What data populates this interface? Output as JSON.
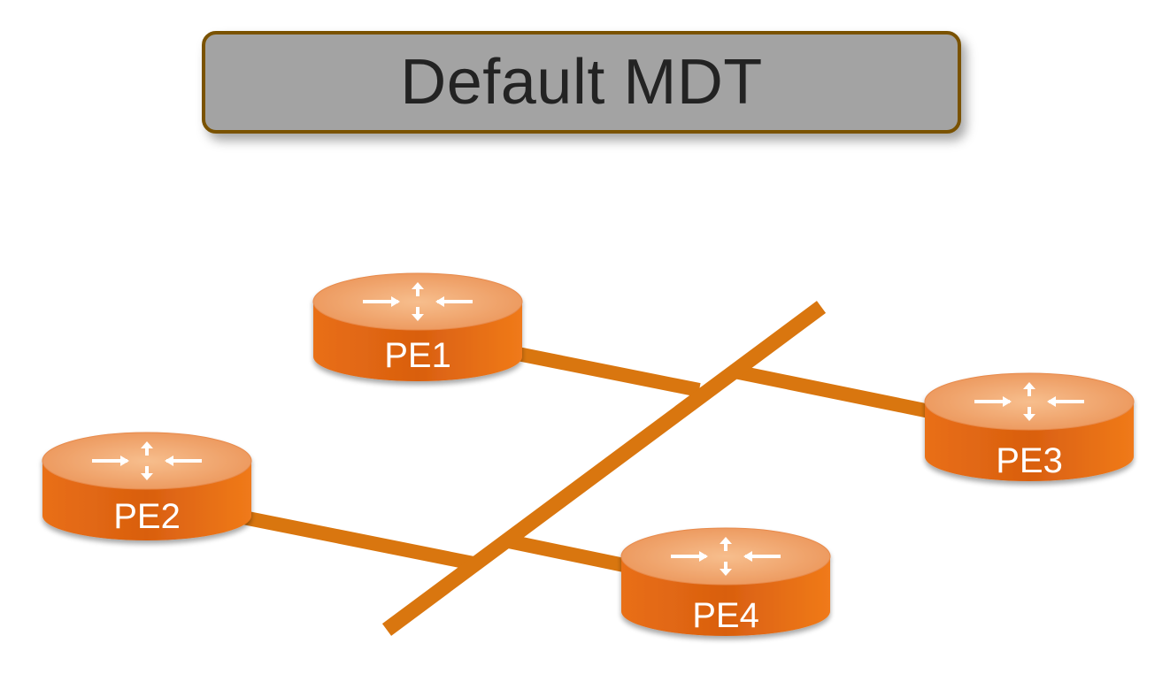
{
  "title": "Default MDT",
  "routers": [
    {
      "id": "pe1",
      "label": "PE1"
    },
    {
      "id": "pe2",
      "label": "PE2"
    },
    {
      "id": "pe3",
      "label": "PE3"
    },
    {
      "id": "pe4",
      "label": "PE4"
    }
  ],
  "links": [
    {
      "from": "PE1",
      "to": "MDT"
    },
    {
      "from": "PE3",
      "to": "MDT"
    },
    {
      "from": "PE2",
      "to": "MDT"
    },
    {
      "from": "PE4",
      "to": "MDT"
    }
  ],
  "colors": {
    "title_fill": "#a3a3a3",
    "title_border": "#7a5200",
    "title_text": "#232323",
    "link": "#d9760f",
    "router_top": "#f2a56a",
    "router_side": "#e16a12",
    "router_label": "#ffffff"
  },
  "icons": {
    "router": "router-icon"
  }
}
